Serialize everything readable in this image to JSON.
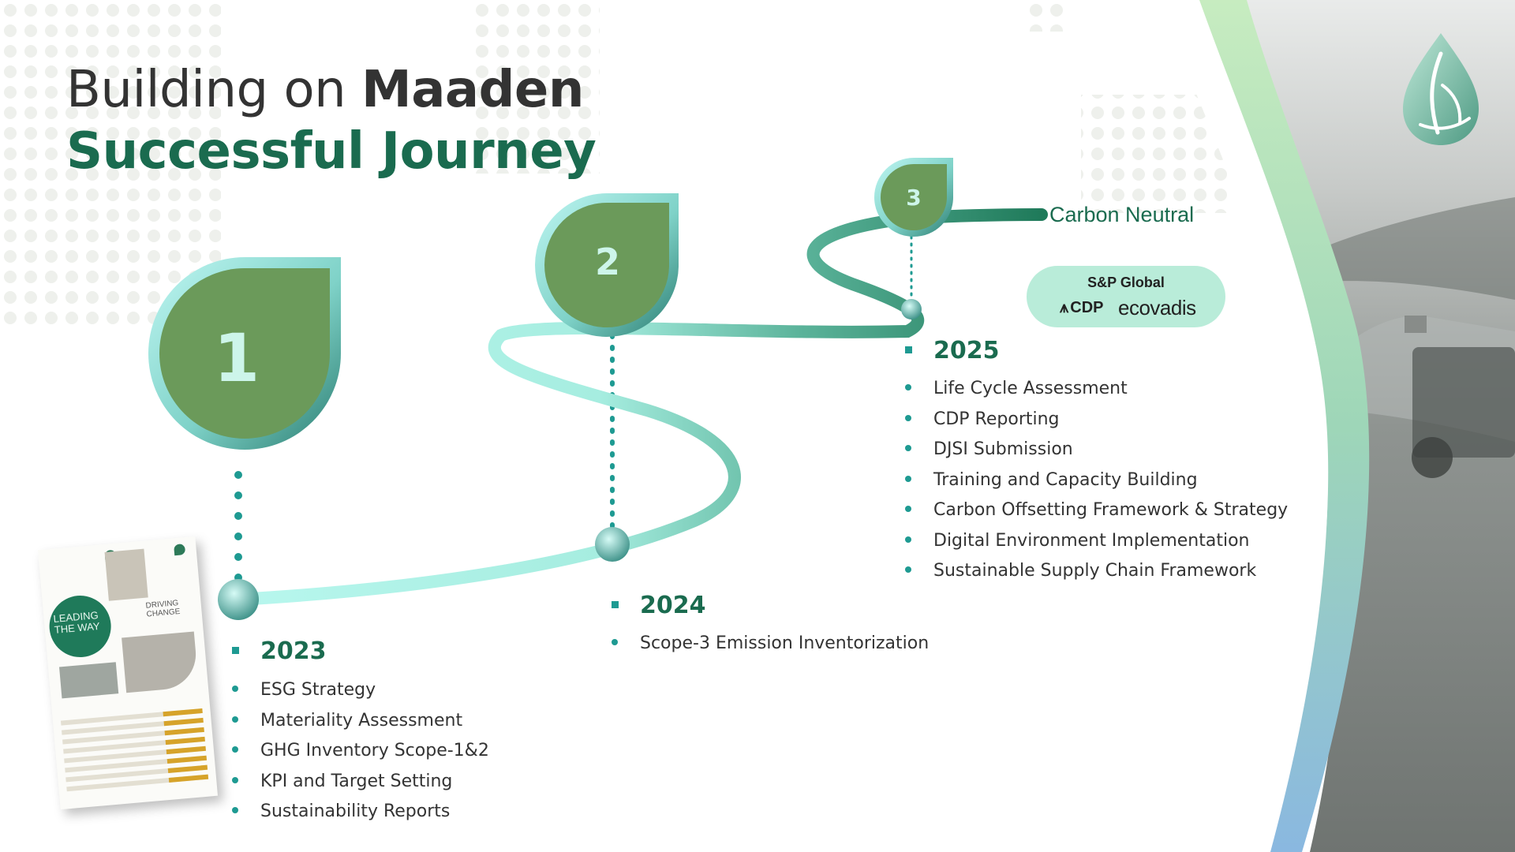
{
  "title": {
    "line1_prefix": "Building on",
    "line1_bold": "Maaden",
    "line2": "Successful Journey"
  },
  "milestones": [
    {
      "number": "1",
      "year": "2023",
      "items": [
        "ESG Strategy",
        "Materiality Assessment",
        "GHG Inventory Scope-1&2",
        "KPI and Target Setting",
        "Sustainability Reports"
      ]
    },
    {
      "number": "2",
      "year": "2024",
      "items": [
        "Scope-3 Emission Inventorization"
      ]
    },
    {
      "number": "3",
      "year": "2025",
      "items": [
        "Life Cycle Assessment",
        "CDP Reporting",
        "DJSI Submission",
        "Training and Capacity Building",
        "Carbon Offsetting Framework & Strategy",
        "Digital Environment Implementation",
        "Sustainable Supply Chain Framework"
      ]
    }
  ],
  "goal": "Carbon Neutral",
  "badge": {
    "top": "S&P Global",
    "cdp": "CDP",
    "ecovadis": "ecovadis"
  },
  "report": {
    "cover_title": "LEADING THE WAY",
    "cover_subtitle": "DRIVING CHANGE"
  },
  "colors": {
    "primary_green": "#1a6b4f",
    "pin_green": "#6b9a5a",
    "teal": "#1e9a92",
    "mint": "#b3f5ea"
  },
  "icons": [
    "brand-logo-icon",
    "cdp-icon"
  ]
}
